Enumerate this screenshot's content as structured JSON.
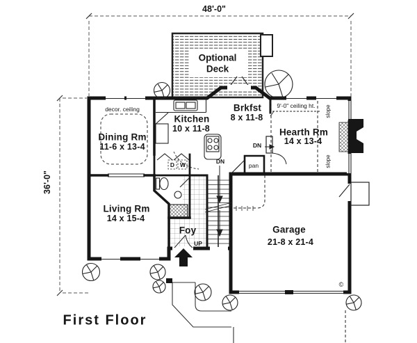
{
  "title": "First Floor",
  "plan": {
    "width_label": "48'-0\"",
    "depth_label": "36'-0\"",
    "rooms": {
      "dining": {
        "name": "Dining Rm",
        "size": "11-6 x 13-4"
      },
      "kitchen": {
        "name": "Kitchen",
        "size": "10 x 11-8"
      },
      "breakfast": {
        "name": "Brkfst",
        "size": "8 x 11-8"
      },
      "hearth": {
        "name": "Hearth Rm",
        "size": "14 x 13-4"
      },
      "living": {
        "name": "Living Rm",
        "size": "14 x 15-4"
      },
      "foyer": {
        "name": "Foy"
      },
      "garage": {
        "name": "Garage",
        "size": "21-8 x 21-4"
      },
      "deck": {
        "name": "Optional Deck"
      }
    },
    "annotations": {
      "decor_ceiling": "decor. ceiling",
      "ceiling_height": "9'-0\" ceiling ht.",
      "slope": "slope",
      "down": "DN",
      "up": "UP",
      "pantry": "pan",
      "dryer": "D",
      "washer": "W",
      "copyright": "©"
    },
    "colors": {
      "ink": "#1b1b1b",
      "background": "#ffffff"
    }
  }
}
